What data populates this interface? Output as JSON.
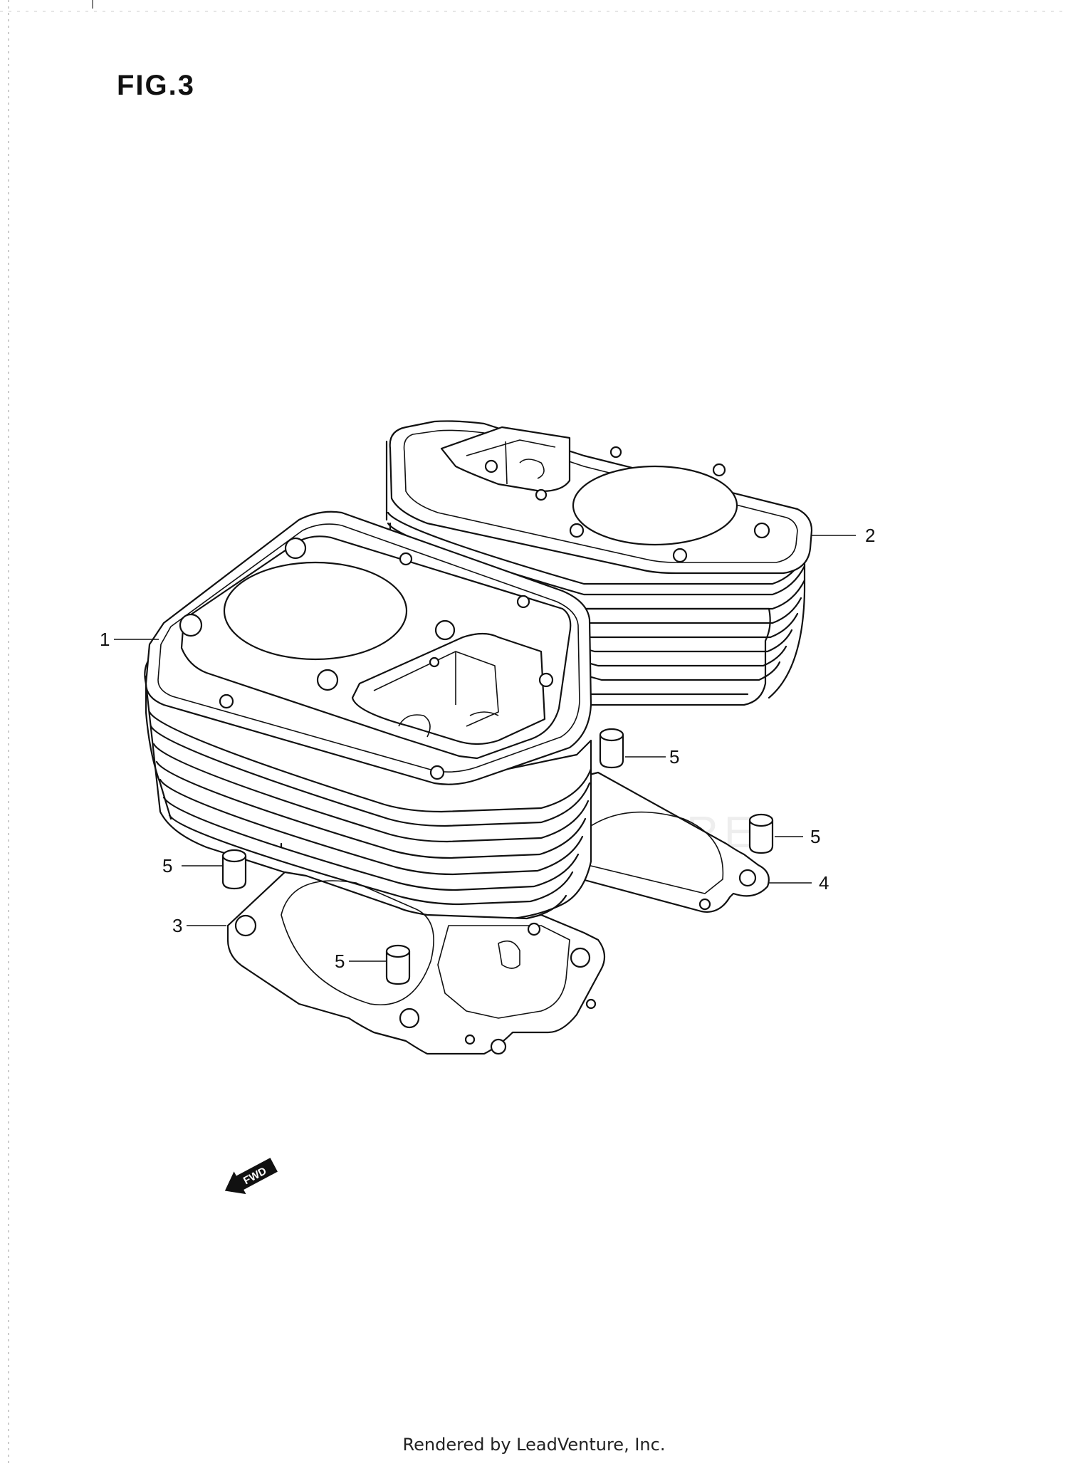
{
  "figure": {
    "title": "FIG.3"
  },
  "callouts": [
    {
      "id": "c1",
      "label": "1"
    },
    {
      "id": "c2",
      "label": "2"
    },
    {
      "id": "c3",
      "label": "3"
    },
    {
      "id": "c4",
      "label": "4"
    },
    {
      "id": "c5a",
      "label": "5"
    },
    {
      "id": "c5b",
      "label": "5"
    },
    {
      "id": "c5c",
      "label": "5"
    },
    {
      "id": "c5d",
      "label": "5"
    }
  ],
  "watermark": "LEADVENTURE",
  "fwd_arrow": {
    "label": "FWD",
    "icon": "forward-direction-arrow-icon"
  },
  "footer": {
    "credit": "Rendered by LeadVenture, Inc."
  }
}
